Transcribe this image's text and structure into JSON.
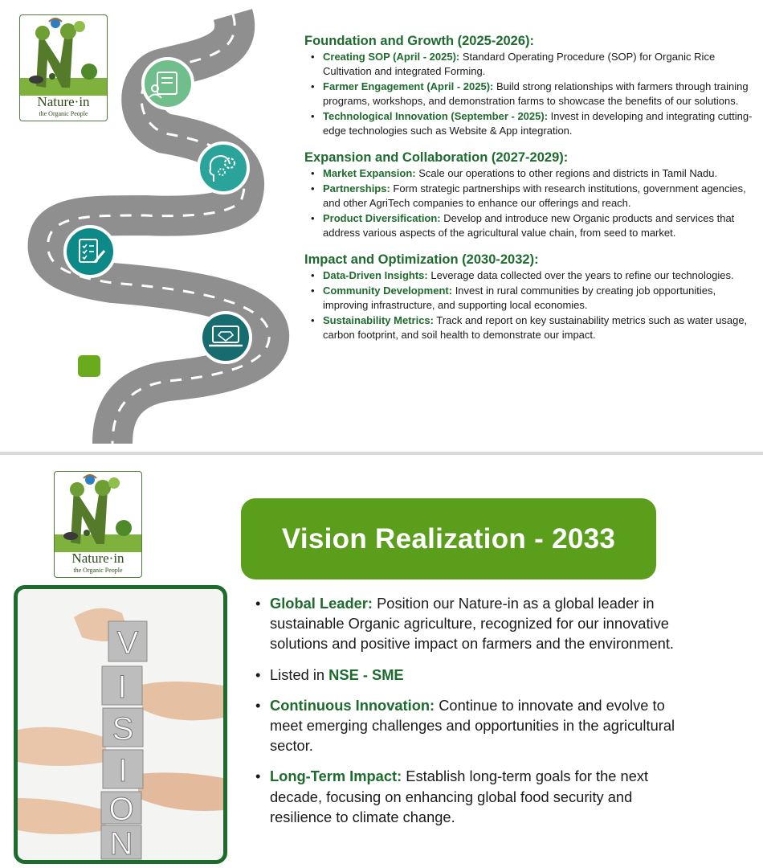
{
  "colors": {
    "brand_green": "#1e6b2e",
    "accent_green": "#5a9e1c",
    "teal": "#127e7c",
    "road_gray": "#8f8f8f"
  },
  "logo": {
    "name": "Nature·in",
    "tagline": "the Organic People"
  },
  "road_icons": [
    "document-person-icon",
    "head-gears-icon",
    "checklist-pen-icon",
    "laptop-diamond-icon"
  ],
  "timeline": [
    {
      "title": "Foundation and Growth (2025-2026):",
      "items": [
        {
          "label": "Creating SOP (April - 2025):",
          "text": " Standard Operating Procedure (SOP) for Organic Rice Cultivation and integrated Forming."
        },
        {
          "label": "Farmer Engagement (April - 2025):",
          "text": " Build strong relationships with farmers through training programs, workshops, and demonstration farms to showcase the benefits of our solutions."
        },
        {
          "label": "Technological Innovation (September - 2025):",
          "text": " Invest in developing and integrating cutting-edge technologies such as Website & App integration."
        }
      ]
    },
    {
      "title": "Expansion and Collaboration (2027-2029):",
      "items": [
        {
          "label": "Market Expansion:",
          "text": " Scale our operations to other regions and districts in Tamil Nadu."
        },
        {
          "label": "Partnerships:",
          "text": " Form strategic partnerships with research institutions, government agencies, and other AgriTech companies to enhance our offerings and reach."
        },
        {
          "label": "Product Diversification:",
          "text": " Develop and introduce new Organic products and services that address various aspects of the agricultural value chain, from seed to market."
        }
      ]
    },
    {
      "title": "Impact and Optimization (2030-2032):",
      "items": [
        {
          "label": "Data-Driven Insights:",
          "text": " Leverage data collected over the years to refine our technologies."
        },
        {
          "label": "Community Development:",
          "text": " Invest in rural communities by creating job opportunities, improving infrastructure, and supporting local economies."
        },
        {
          "label": "Sustainability Metrics:",
          "text": " Track and report on key sustainability metrics such as water usage, carbon footprint, and soil health to demonstrate our impact."
        }
      ]
    }
  ],
  "vision": {
    "title": "Vision Realization - 2033",
    "photo_letters": [
      "V",
      "I",
      "S",
      "I",
      "O",
      "N"
    ],
    "items": [
      {
        "prefix": "",
        "label": "Global Leader:",
        "text": " Position our Nature-in as a global leader in sustainable Organic agriculture, recognized for our innovative solutions and positive impact on farmers and the environment."
      },
      {
        "prefix": "Listed in ",
        "label": "NSE - SME",
        "text": ""
      },
      {
        "prefix": "",
        "label": "Continuous Innovation:",
        "text": " Continue to innovate and evolve to meet emerging challenges and opportunities in the agricultural sector."
      },
      {
        "prefix": "",
        "label": "Long-Term Impact:",
        "text": " Establish long-term goals for the next decade, focusing on enhancing global food security and resilience to climate change."
      }
    ]
  }
}
